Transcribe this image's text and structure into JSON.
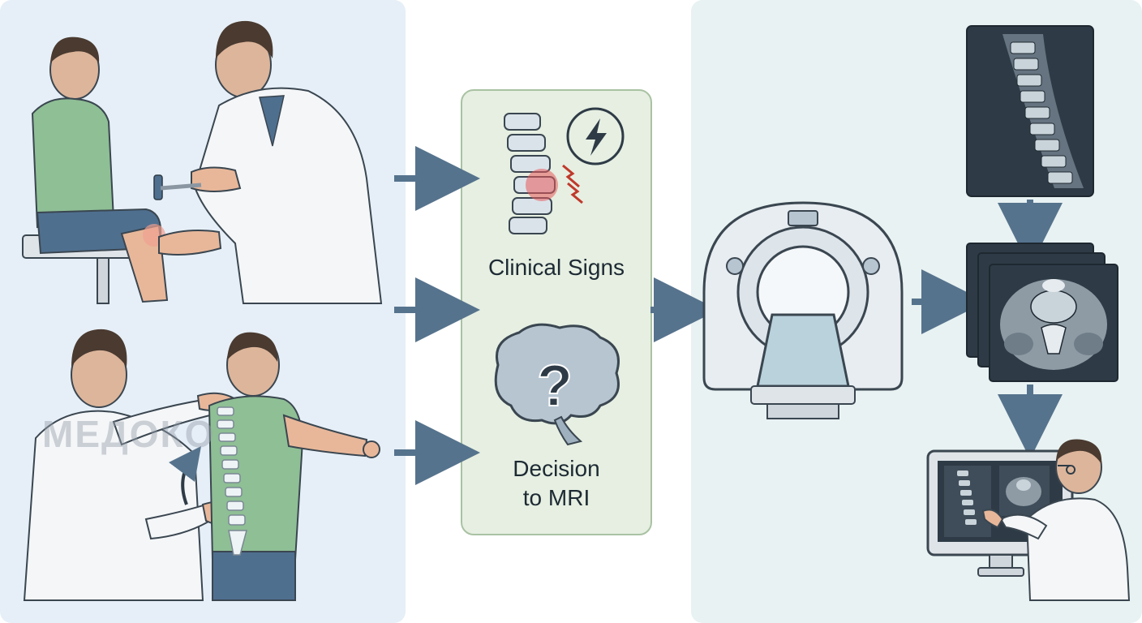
{
  "center": {
    "clinical_signs_label": "Clinical Signs",
    "decision_label": "Decision\nto MRI"
  },
  "watermark": "МЕДОКО",
  "colors": {
    "arrow": "#56738d",
    "left_panel": "#e6eff7",
    "center_panel": "#e6efe2",
    "right_panel": "#e8f2f2",
    "shirt": "#8fbf95",
    "shorts": "#4f6f8f",
    "skin": "#e8b79a",
    "hair": "#4a3a30",
    "coat": "#f4f6f8",
    "scan_dark": "#2e3b46"
  },
  "icons": [
    "reflex-hammer-icon",
    "spine-pain-icon",
    "lightning-bolt-icon",
    "brain-question-icon",
    "mri-scanner-icon",
    "spine-mri-image-icon",
    "axial-mri-slices-icon",
    "radiologist-monitor-icon"
  ]
}
